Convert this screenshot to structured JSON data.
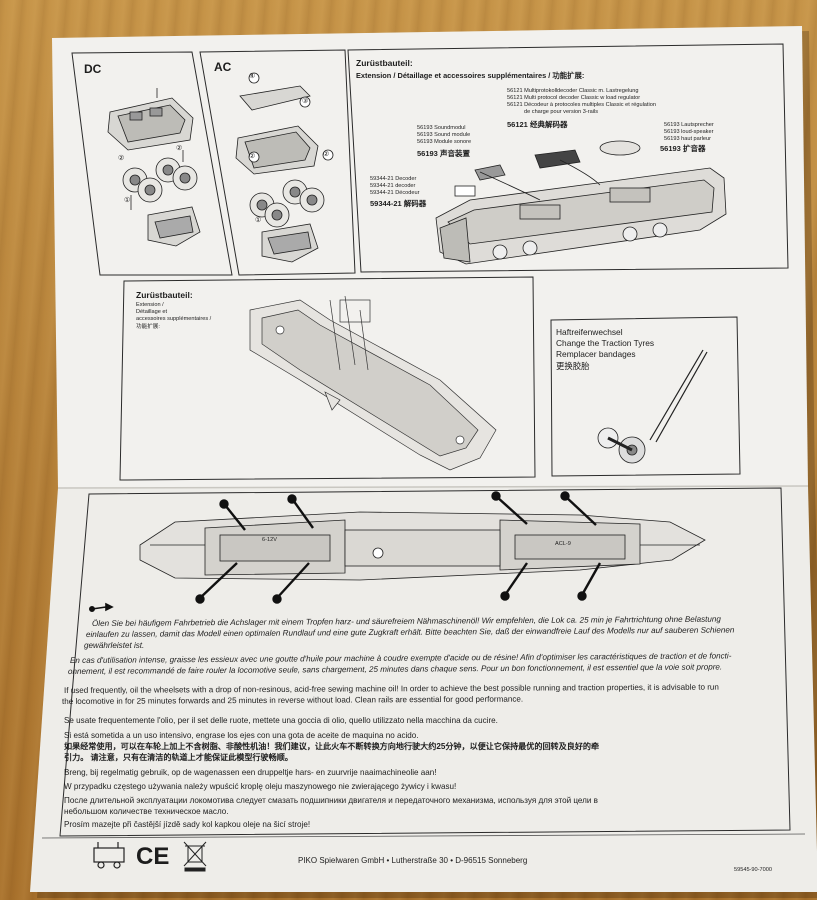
{
  "panels": {
    "dc_label": "DC",
    "ac_label": "AC",
    "extension": {
      "title": "Zurüstbauteil:",
      "subtitle": "Extension / Détaillage et accessoires supplémentaires / 功能扩展:",
      "decoder_classic": [
        "56121 Multiprotokolldecoder Classic m. Lastregelung",
        "56121 Multi protocol decoder Classic w load regulator",
        "56121 Décodeur à protocoles multiples Classic et régulation",
        "de charge pour version 3-rails"
      ],
      "decoder_classic_cn": "56121 经典解码器",
      "soundmodule": [
        "56193 Soundmodul",
        "56193 Sound module",
        "56193 Module sonore"
      ],
      "soundmodule_cn": "56193 声音装置",
      "speaker": [
        "56193 Lautsprecher",
        "56193 loud-speaker",
        "56193 haut parleur"
      ],
      "speaker_cn": "56193 扩音器",
      "decoder": [
        "59344-21 Decoder",
        "59344-21 decoder",
        "59344-21 Décodeur"
      ],
      "decoder_cn": "59344-21 解码器"
    },
    "zurust2": {
      "title": "Zurüstbauteil:",
      "lines": [
        "Extension /",
        "Détaillage et",
        "accessoires supplémentaires /",
        "功能扩展:"
      ]
    },
    "tyres": {
      "lines": [
        "Haftreifenwechsel",
        "Change the Traction Tyres",
        "Remplacer bandages",
        "更换胶胎"
      ]
    }
  },
  "chassis": {
    "label_left": "6-12V",
    "label_right": "ACL-9"
  },
  "instructions": {
    "de": [
      "Ölen Sie bei häufigem Fahrbetrieb die Achslager mit einem Tropfen harz- und säurefreiem Nähmaschinenöl! Wir empfehlen, die Lok ca. 25 min je Fahrtrichtung ohne Belastung",
      "einlaufen zu lassen, damit das Modell einen optimalen Rundlauf und eine gute Zugkraft erhält. Bitte beachten Sie, daß der einwandfreie Lauf des Modells nur auf sauberen Schienen",
      "gewährleistet ist."
    ],
    "fr": [
      "En cas d'utilisation intense, graisse les essieux avec une goutte d'huile pour machine à coudre exempte d'acide ou de résine! Afin d'optimiser les caractéristiques de traction et de foncti-",
      "onnement, il est recommandé de faire rouler la locomotive seule, sans chargement, 25 minutes dans chaque sens. Pour un bon fonctionnement, il est essentiel que la voie soit propre."
    ],
    "en": [
      "If used frequently, oil the wheelsets with a drop of non-resinous, acid-free sewing machine oil! In order to achieve the best possible running and traction properties, it is advisable to run",
      "the locomotive in for 25 minutes forwards and 25 minutes in reverse without load. Clean rails are essential for good performance."
    ],
    "it": "Se usate frequentemente l'olio, per il set delle ruote, mettete una goccia di olio, quello utilizzato nella macchina da cucire.",
    "es": "Si está sometida a un uso intensivo, engrase los ejes con una gota de aceite de maquina no acido.",
    "cn": [
      "如果经常使用，可以在车轮上加上不含树脂、非酸性机油！我们建议，让此火车不断转换方向地行驶大约25分钟，以便让它保持最优的回转及良好的牵",
      "引力。 请注意，只有在清洁的轨道上才能保证此模型行驶畅顺。"
    ],
    "nl": "Breng, bij regelmatig gebruik, op de wagenassen een druppeltje hars- en zuurvrije naaimachineolie aan!",
    "pl": "W przypadku częstego używania należy wpuścić kroplę oleju maszynowego nie zwierającego żywicy i kwasu!",
    "ru": [
      "После длительной эксплуатации локомотива следует смазать подшипники двигателя и передаточного механизма, используя для этой цели в",
      "небольшом количестве техническое масло."
    ],
    "cs": "Prosím mazejte při častější jízdě sady kol kapkou oleje na šicí stroje!"
  },
  "footer": {
    "company": "PIKO Spielwaren GmbH • Lutherstraße 30 • D-96515 Sonneberg",
    "code": "59545-90-7000",
    "ce": "CE"
  }
}
